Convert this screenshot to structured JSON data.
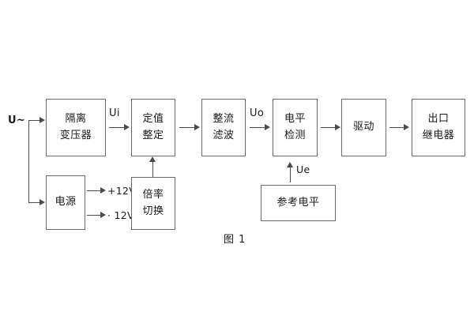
{
  "figure": {
    "caption": "图 1",
    "background_color": "#ffffff",
    "line_color": "#6b6b6b",
    "text_color": "#1a1a1a"
  },
  "blocks": {
    "isolation_transformer": {
      "line1": "隔离",
      "line2": "变压器"
    },
    "setting_value": {
      "line1": "定值",
      "line2": "整定"
    },
    "rectify_filter": {
      "line1": "整流",
      "line2": "滤波"
    },
    "level_detect": {
      "line1": "电平",
      "line2": "检测"
    },
    "drive": {
      "line1": "驱动",
      "line2": ""
    },
    "output_relay": {
      "line1": "出口",
      "line2": "继电器"
    },
    "power_supply": {
      "line1": "电源",
      "line2": ""
    },
    "multiplier_switch": {
      "line1": "倍率",
      "line2": "切换"
    },
    "reference_level": {
      "line1": "参考电平",
      "line2": ""
    }
  },
  "signals": {
    "input_source": "U~",
    "ui": "Ui",
    "uo": "Uo",
    "ue": "Ue",
    "supply_positive": "+12V",
    "supply_negative": "· 12V"
  }
}
